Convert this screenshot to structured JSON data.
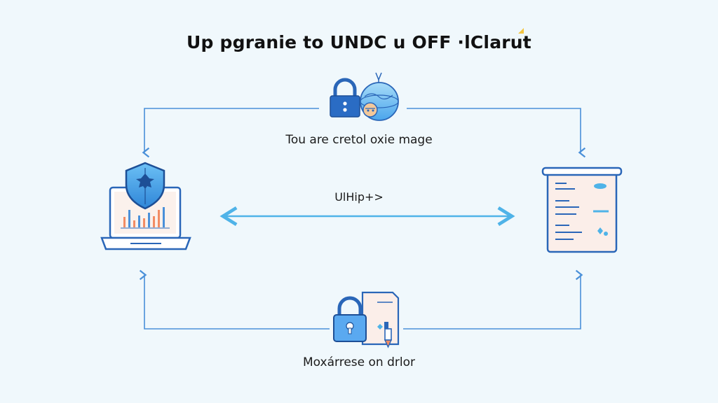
{
  "title": "Up pgranie to UNDC u OFF ·lClarut",
  "labels": {
    "top": "Tou are cretol oxie mage",
    "middle": "UlHip+>",
    "bottom": "Moxárrese on drlor"
  },
  "icons": {
    "top": [
      "padlock-icon",
      "globe-icon"
    ],
    "left": [
      "laptop-icon",
      "shield-icon",
      "bar-chart-icon"
    ],
    "right": [
      "document-scroll-icon"
    ],
    "bottom": [
      "padlock-icon",
      "document-icon",
      "pen-icon"
    ]
  },
  "colors": {
    "background": "#f0f8fc",
    "line": "#4a90d9",
    "arrow_bidirectional": "#4fb3e8",
    "icon_fill": "#5aa9f0",
    "icon_stroke": "#2a66b8",
    "chart_orange": "#f28c64",
    "chart_blue": "#4a90d9"
  }
}
